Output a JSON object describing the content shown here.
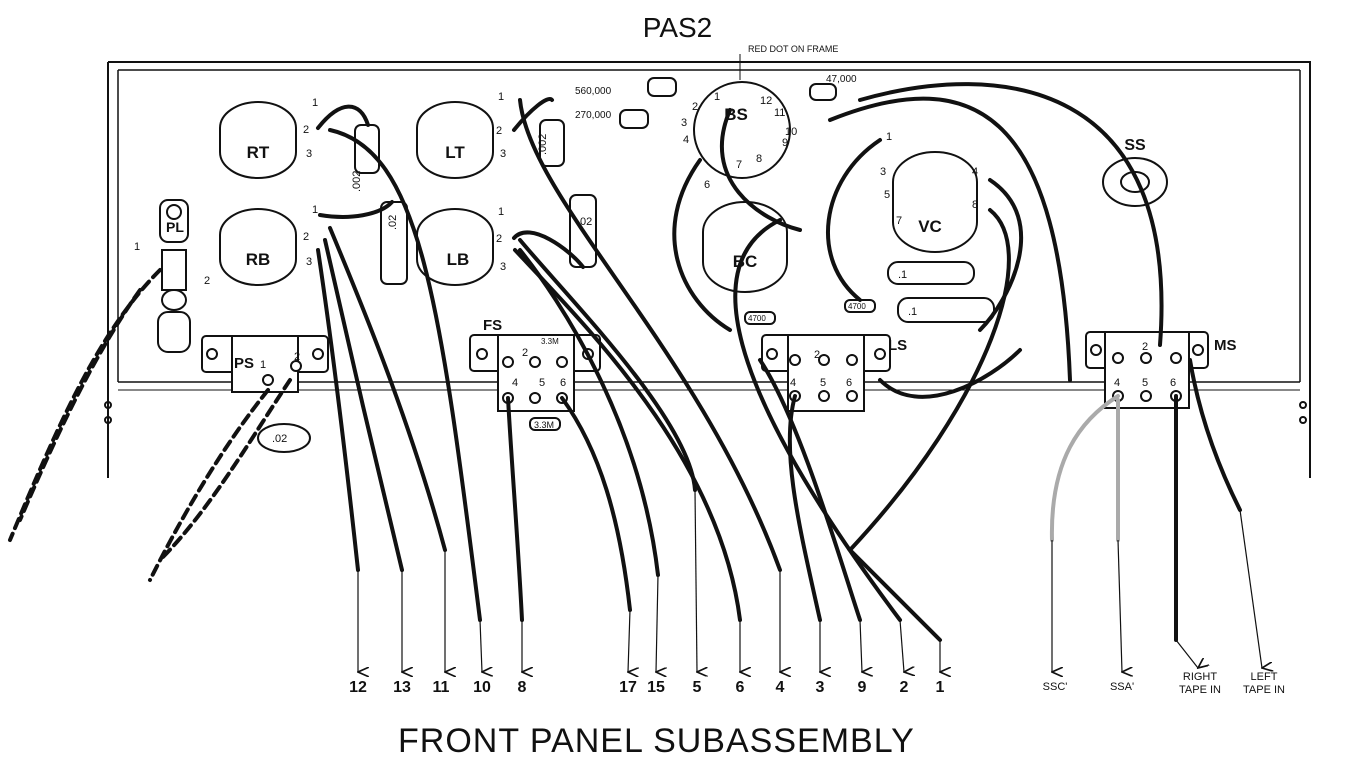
{
  "header": "PAS2",
  "title": "FRONT PANEL SUBASSEMBLY",
  "annotations": {
    "red_dot": "RED DOT ON FRAME",
    "r560": "560,000",
    "r270": "270,000",
    "r47": "47,000"
  },
  "pots": {
    "rt": "RT",
    "lt": "LT",
    "rb": "RB",
    "lb": "LB",
    "bs": "BS",
    "bc": "BC",
    "vc": "VC",
    "ss": "SS"
  },
  "switches": {
    "ps": "PS",
    "fs": "FS",
    "ls": "LS",
    "ms": "MS"
  },
  "jack": {
    "pl": "PL",
    "pin1": "1",
    "pin2": "2"
  },
  "caps": {
    "c1": ".002",
    "c2": ".002",
    "c3": ".02",
    "c4": ".02",
    "c5": ".02",
    "c6": ".1",
    "c7": ".1",
    "r1": "4700",
    "r2": "4700",
    "fs_top": "3.3M",
    "fs_bot": "3.3M"
  },
  "pins": {
    "one": "1",
    "two": "2",
    "three": "3",
    "four": "4",
    "five": "5",
    "six": "6",
    "seven": "7",
    "eight": "8",
    "nine": "9",
    "ten": "10",
    "eleven": "11",
    "twelve": "12"
  },
  "wires": [
    {
      "id": "w12",
      "label": "12"
    },
    {
      "id": "w13",
      "label": "13"
    },
    {
      "id": "w11",
      "label": "11"
    },
    {
      "id": "w10",
      "label": "10"
    },
    {
      "id": "w8",
      "label": "8"
    },
    {
      "id": "w17",
      "label": "17"
    },
    {
      "id": "w15",
      "label": "15"
    },
    {
      "id": "w5",
      "label": "5"
    },
    {
      "id": "w6",
      "label": "6"
    },
    {
      "id": "w4",
      "label": "4"
    },
    {
      "id": "w3",
      "label": "3"
    },
    {
      "id": "w9",
      "label": "9"
    },
    {
      "id": "w2",
      "label": "2"
    },
    {
      "id": "w1",
      "label": "1"
    }
  ],
  "leads": [
    {
      "id": "ssc",
      "label": "SSC'"
    },
    {
      "id": "ssa",
      "label": "SSA'"
    },
    {
      "id": "rtape",
      "label": "RIGHT\nTAPE IN"
    },
    {
      "id": "ltape",
      "label": "LEFT\nTAPE IN"
    }
  ]
}
